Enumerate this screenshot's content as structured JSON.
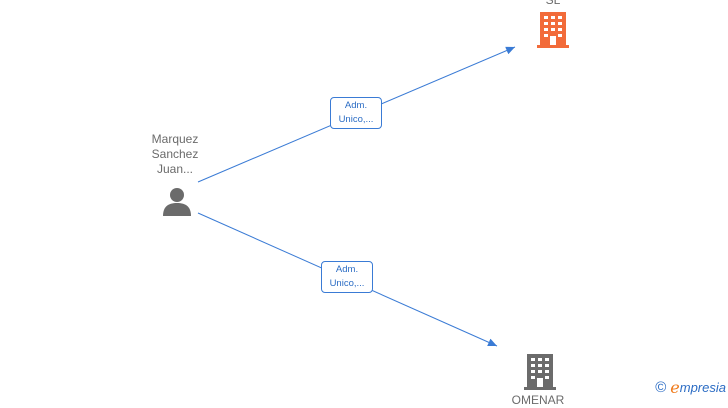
{
  "person": {
    "name_lines": [
      "Marquez",
      "Sanchez",
      "Juan..."
    ],
    "icon": "person-icon"
  },
  "companies": [
    {
      "label": "SL",
      "icon": "building-icon",
      "color": "#f26b3a"
    },
    {
      "label": "OMENAR",
      "icon": "building-icon",
      "color": "#6b6b6b"
    }
  ],
  "relations": [
    {
      "line1": "Adm.",
      "line2": "Unico,...",
      "target": "SL"
    },
    {
      "line1": "Adm.",
      "line2": "Unico,...",
      "target": "OMENAR"
    }
  ],
  "watermark": {
    "copyright": "©",
    "brand_initial": "e",
    "brand_rest": "mpresia"
  },
  "colors": {
    "edge": "#3a7bd5",
    "person": "#6b6b6b",
    "active_company": "#f26b3a",
    "inactive_company": "#6b6b6b"
  }
}
